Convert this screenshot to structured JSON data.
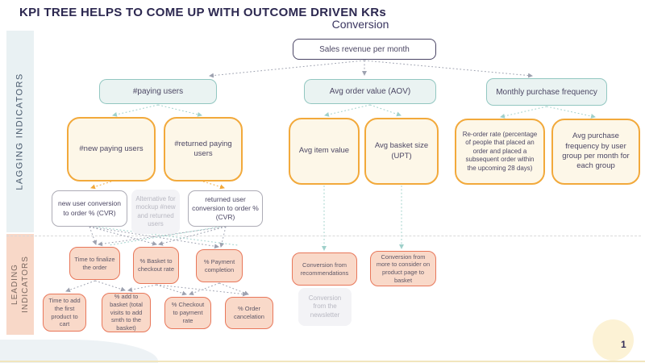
{
  "slide": {
    "title": "KPI TREE HELPS TO COME UP WITH OUTCOME DRIVEN KRs",
    "subtitle": "Conversion",
    "page_number": "1"
  },
  "sidebar": {
    "lagging_label": "LAGGING INDICATORS",
    "leading_label": "LEADING INDICATORS"
  },
  "colors": {
    "accent_teal": "#92c7c1",
    "accent_yellow": "#f2a93b",
    "accent_salmon": "#e8775a",
    "text_navy": "#433e60"
  },
  "tree": {
    "root": "Sales revenue per month",
    "lagging_level2": [
      "#paying users",
      "Avg order value (AOV)",
      "Monthly purchase frequency"
    ],
    "lagging_level3": [
      "#new paying users",
      "#returned paying users",
      "Avg item value",
      "Avg basket size (UPT)",
      "Re-order rate (percentage of people that placed an order and placed a subsequent order within the upcoming 28 days)",
      "Avg purchase frequency by user group per month for each group"
    ],
    "lagging_level4": [
      "new user conversion to order % (CVR)",
      "returned user conversion to order % (CVR)"
    ],
    "lagging_note": "Alternative for mockup #new and returned users",
    "leading_row1": [
      "Time to finalize the order",
      "% Basket to checkout rate",
      "% Payment completion"
    ],
    "leading_row2": [
      "Time to add the first product to cart",
      "% add to basket (total visits to add smth to the basket)",
      "% Checkout to payment rate",
      "% Order cancelation"
    ],
    "leading_conversion": [
      "Conversion from recommendations",
      "Conversion from more to consider on product page to basket"
    ],
    "leading_note": "Conversion from the newsletter"
  }
}
